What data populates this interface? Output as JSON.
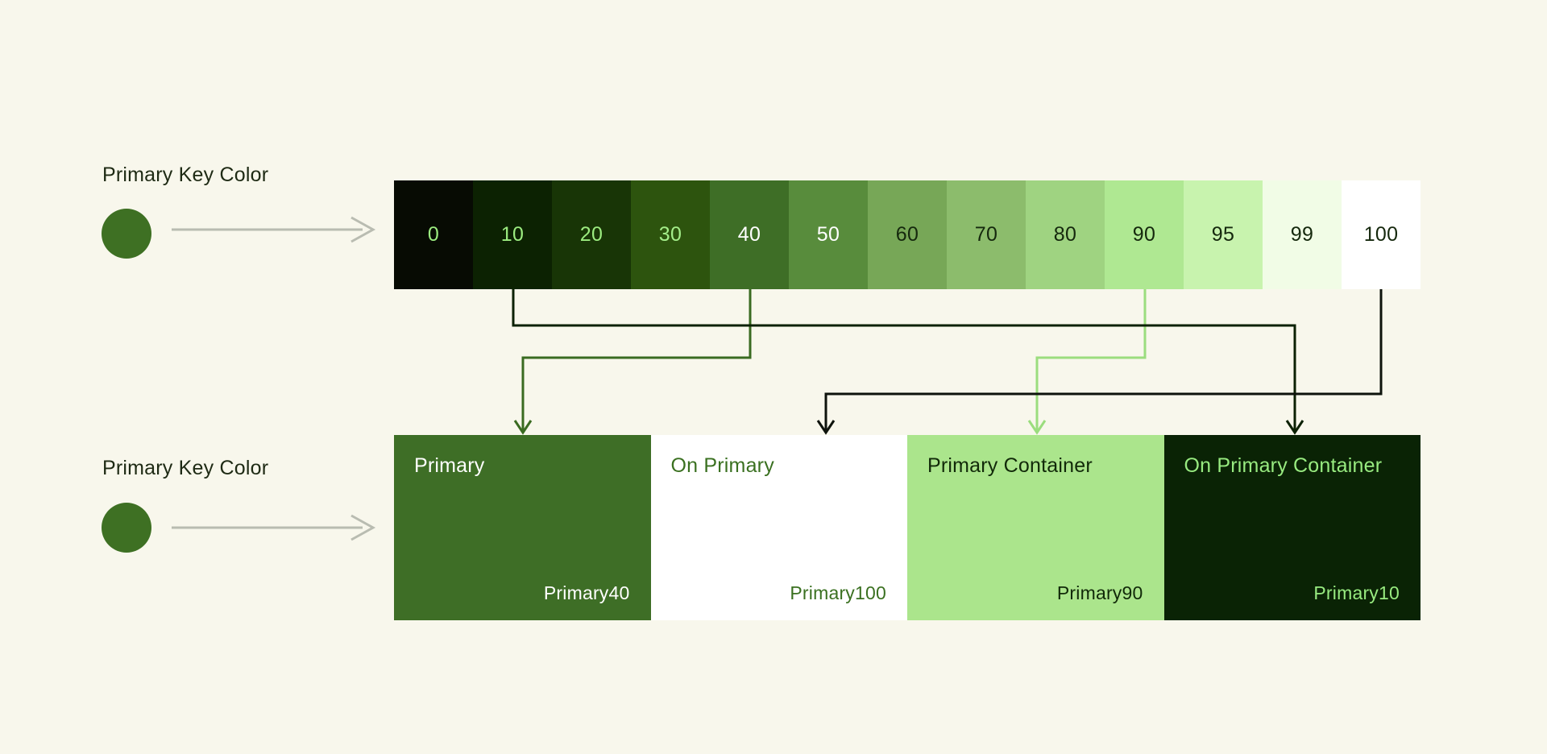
{
  "page": {
    "background": "#F8F7EC"
  },
  "key_color_rows": {
    "top": {
      "label": "Primary Key Color",
      "circle_color": "#3E7023"
    },
    "bottom": {
      "label": "Primary Key Color",
      "circle_color": "#3E7023"
    }
  },
  "arrow_color": "#B9BCB1",
  "tonal_strip": {
    "tones": [
      {
        "label": "0",
        "color": "#070B03",
        "text_color": "#9CEC80"
      },
      {
        "label": "10",
        "color": "#0C2202",
        "text_color": "#9CEC80"
      },
      {
        "label": "20",
        "color": "#183506",
        "text_color": "#9CEC80"
      },
      {
        "label": "30",
        "color": "#2D540E",
        "text_color": "#A4EE8A"
      },
      {
        "label": "40",
        "color": "#3E6E26",
        "text_color": "#FFFFFF"
      },
      {
        "label": "50",
        "color": "#588C3C",
        "text_color": "#FFFFFF"
      },
      {
        "label": "60",
        "color": "#77A757",
        "text_color": "#15280D"
      },
      {
        "label": "70",
        "color": "#8CBC6C",
        "text_color": "#15280D"
      },
      {
        "label": "80",
        "color": "#9FD381",
        "text_color": "#15280D"
      },
      {
        "label": "90",
        "color": "#AFE892",
        "text_color": "#15280D"
      },
      {
        "label": "95",
        "color": "#C8F3AE",
        "text_color": "#15280D"
      },
      {
        "label": "99",
        "color": "#F1FCE6",
        "text_color": "#15280D"
      },
      {
        "label": "100",
        "color": "#FFFFFF",
        "text_color": "#15280D"
      }
    ]
  },
  "role_swatches": [
    {
      "name": "Primary",
      "tone_label": "Primary40",
      "bg": "#3E6E26",
      "text_color": "#FFFFFF"
    },
    {
      "name": "On Primary",
      "tone_label": "Primary100",
      "bg": "#FFFFFF",
      "text_color": "#3A7020"
    },
    {
      "name": "Primary Container",
      "tone_label": "Primary90",
      "bg": "#ABE58C",
      "text_color": "#112909"
    },
    {
      "name": "On Primary Container",
      "tone_label": "Primary10",
      "bg": "#0A2305",
      "text_color": "#98EB80"
    }
  ],
  "connectors": [
    {
      "from_tone": "10",
      "to_role": "On Primary Container",
      "color": "#0C2103"
    },
    {
      "from_tone": "40",
      "to_role": "Primary",
      "color": "#3A6B21"
    },
    {
      "from_tone": "90",
      "to_role": "Primary Container",
      "color": "#9BDD7E"
    },
    {
      "from_tone": "100",
      "to_role": "On Primary",
      "color": "#0E130C"
    }
  ]
}
